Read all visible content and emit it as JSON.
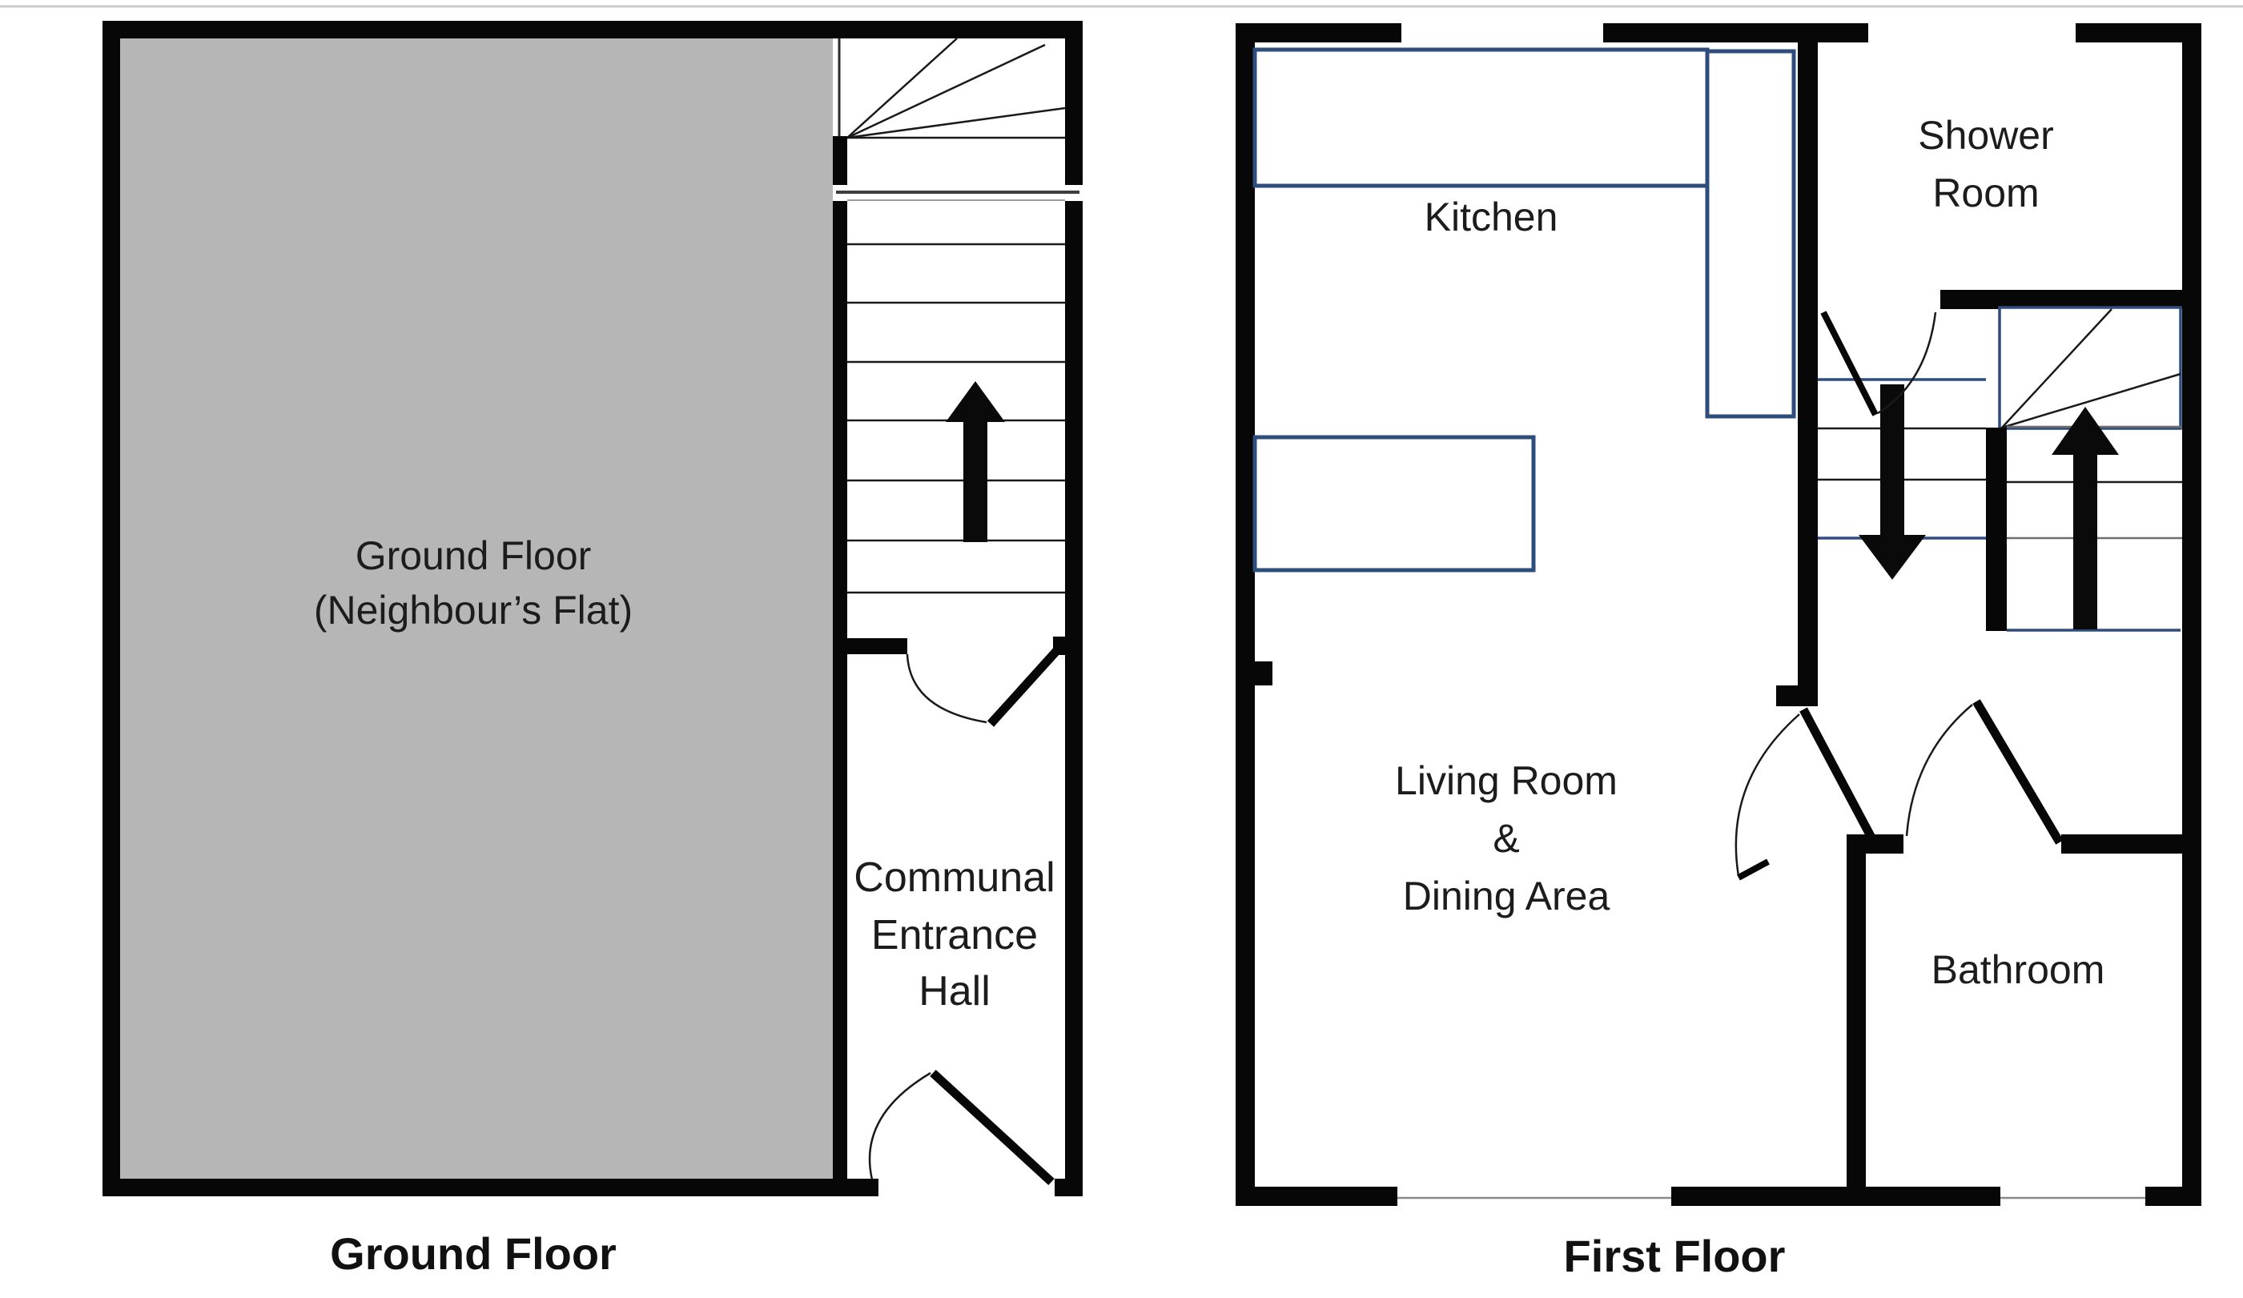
{
  "page": {
    "type": "floor-plan-diagram",
    "background": "#ffffff",
    "top_border_color": "#c9c9c9"
  },
  "colors": {
    "wall": "#070707",
    "neighbour_flat_fill": "#b6b6b6",
    "counter_outline": "#2e4d7c",
    "stair_edge_blue": "#2e4d7c",
    "tread_line": "#1a1a1a",
    "label_text": "#1c1c1c"
  },
  "ground_floor": {
    "caption": "Ground Floor",
    "neighbour_flat_label": [
      "Ground Floor",
      "(Neighbour’s Flat)"
    ],
    "hall_label": [
      "Communal",
      "Entrance",
      "Hall"
    ],
    "stairs": {
      "arrow_direction": "up",
      "features": [
        "winder-fan",
        "treads",
        "break-line"
      ]
    },
    "doors": [
      "stair-to-hall-door",
      "entrance-door"
    ]
  },
  "first_floor": {
    "caption": "First Floor",
    "kitchen_label": "Kitchen",
    "shower_room_label": [
      "Shower",
      "Room"
    ],
    "living_dining_label": [
      "Living Room",
      "&",
      "Dining Area"
    ],
    "bathroom_label": "Bathroom",
    "stairs": {
      "arrow_directions": [
        "down",
        "up"
      ],
      "features": [
        "winder-fan",
        "treads"
      ]
    },
    "doors": [
      "shower-room-door",
      "landing-diagonal-door",
      "bathroom-door"
    ],
    "fixtures": [
      "kitchen-counter-top",
      "kitchen-tall-unit",
      "kitchen-counter-lower"
    ]
  }
}
